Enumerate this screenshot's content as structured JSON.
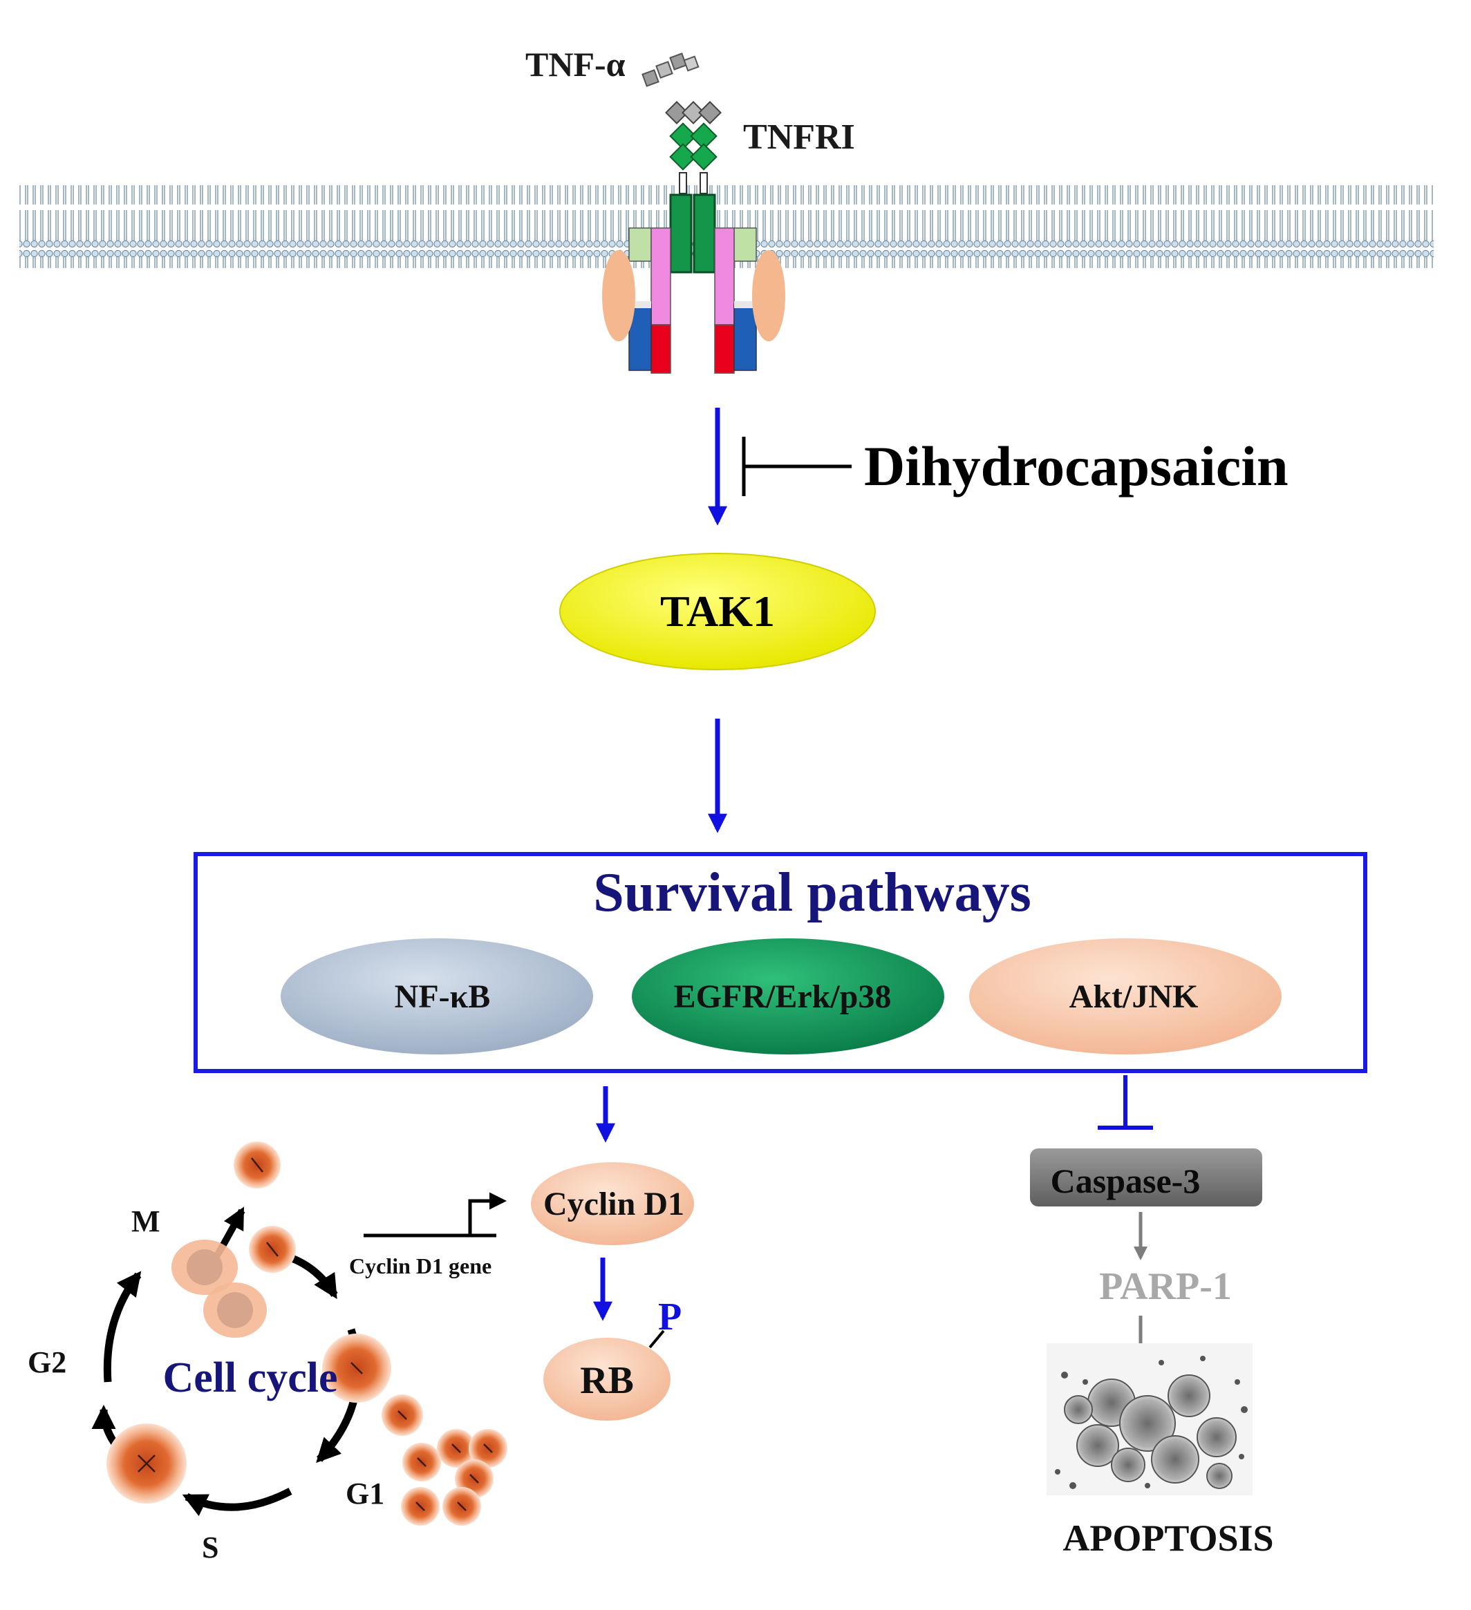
{
  "labels": {
    "tnf_alpha": "TNF-α",
    "tnfri": "TNFRI",
    "dihydrocapsaicin": "Dihydrocapsaicin",
    "tak1": "TAK1",
    "survival_pathways": "Survival pathways",
    "nfkb": "NF-κB",
    "egfr": "EGFR/Erk/p38",
    "akt": "Akt/JNK",
    "cyclin_d1": "Cyclin D1",
    "cyclin_d1_gene": "Cyclin D1 gene",
    "rb": "RB",
    "phospho": "P",
    "caspase3": "Caspase-3",
    "parp1": "PARP-1",
    "apoptosis": "APOPTOSIS",
    "cell_cycle": "Cell cycle",
    "phase_m": "M",
    "phase_g2": "G2",
    "phase_s": "S",
    "phase_g1": "G1"
  },
  "colors": {
    "activation_arrow": "#1010e0",
    "survival_box": "#1a1ae6",
    "survival_title": "#16167a",
    "tak1": "#f2f200",
    "nfkb": "#aebdd1",
    "egfr": "#12935a",
    "akt": "#f8c7a8",
    "cyclin": "#f6c2a3",
    "caspase": "#7d7d7d",
    "parp": "#a8a8a8",
    "receptor_green": "#12a04a",
    "cell_orange": "#d3581c",
    "membrane": "#9fb7c9"
  },
  "icons": [
    "membrane-bilayer-icon",
    "tnf-ligand-icon",
    "tnfri-receptor-icon",
    "cell-cycle-icon",
    "apoptotic-cells-icon"
  ]
}
